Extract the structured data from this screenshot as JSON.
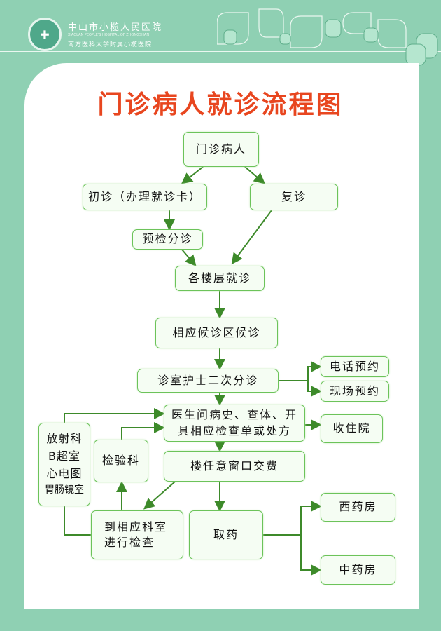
{
  "header": {
    "hospital_name": "中山市小榄人民医院",
    "hospital_en": "XIAOLAN PEOPLE'S HOSPITAL OF ZHONGSHAN",
    "affiliation": "南方医科大学附属小榄医院",
    "logo_icon": "hospital-emblem-icon"
  },
  "title": "门诊病人就诊流程图",
  "nodes": {
    "patient": "门诊病人",
    "first_visit": "初诊（办理就诊卡）",
    "return_visit": "复诊",
    "triage": "预检分诊",
    "floor_visit": "各楼层就诊",
    "waiting": "相应候诊区候诊",
    "nurse_triage": "诊室护士二次分诊",
    "phone_booking": "电话预约",
    "onsite_booking": "现场预约",
    "doctor_line1": "医生问病史、查体、开",
    "doctor_line2": "具相应检查单或处方",
    "admission": "收住院",
    "payment": "楼任意窗口交费",
    "imaging": [
      "放射科",
      "B超室",
      "心电图",
      "胃肠镜室"
    ],
    "lab": "检验科",
    "exam_line1": "到相应科室",
    "exam_line2": "进行检查",
    "pharmacy": "取药",
    "western_pharmacy": "西药房",
    "chinese_pharmacy": "中药房"
  },
  "colors": {
    "background": "#8fd0b3",
    "title": "#e8461f",
    "line": "#3d8a2a",
    "box_border": "#6cc35a"
  }
}
